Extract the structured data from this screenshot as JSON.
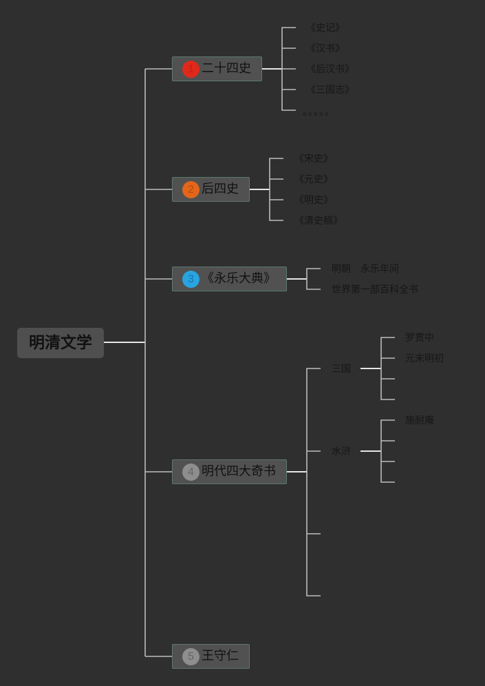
{
  "root": {
    "label": "明清文学"
  },
  "topics": [
    {
      "badge": "1",
      "label": "二十四史",
      "children": [
        "《史记》",
        "《汉书》",
        "《后汉书》",
        "《三国志》",
        "。。。。。"
      ]
    },
    {
      "badge": "2",
      "label": "后四史",
      "children": [
        "《宋史》",
        "《元史》",
        "《明史》",
        "《清史稿》"
      ]
    },
    {
      "badge": "3",
      "label": "《永乐大典》",
      "children": [
        "明朝　永乐年间",
        "世界第一部百科全书"
      ]
    },
    {
      "badge": "4",
      "label": "明代四大奇书",
      "children": [
        {
          "label": "三国",
          "children": [
            "罗贯中",
            "元末明初",
            "",
            ""
          ]
        },
        {
          "label": "水浒",
          "children": [
            "施耐庵",
            "",
            "",
            ""
          ]
        },
        {
          "label": ""
        },
        {
          "label": ""
        }
      ]
    },
    {
      "badge": "5",
      "label": "王守仁",
      "children": []
    }
  ]
}
